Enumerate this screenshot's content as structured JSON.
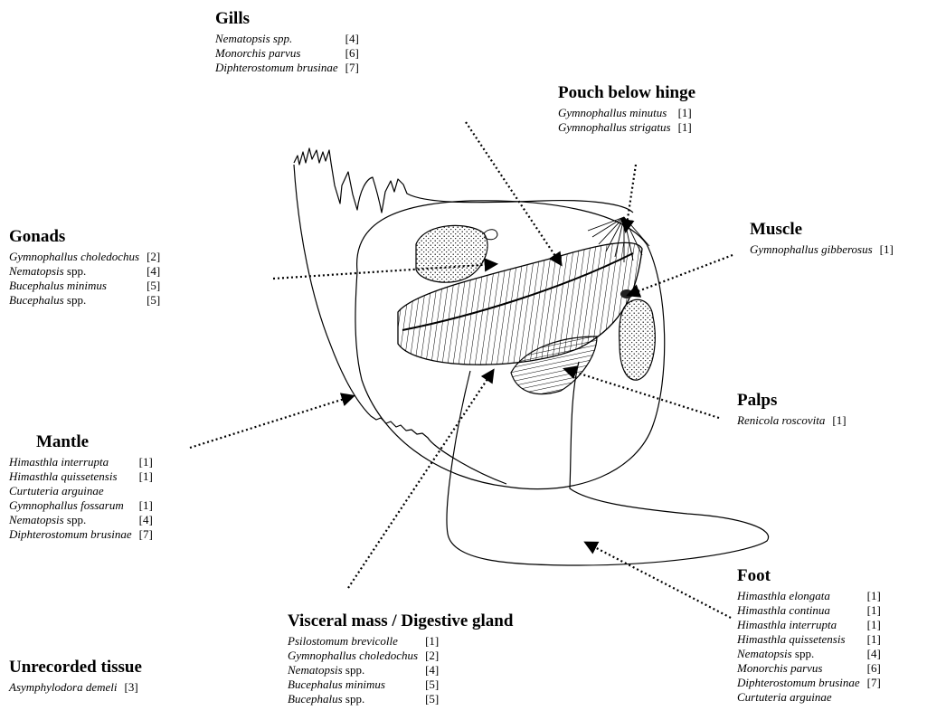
{
  "groups": [
    {
      "key": "gills",
      "title": "Gills",
      "items": [
        {
          "genus": "Nematopsis spp.",
          "suffix": "",
          "ref": "[4]"
        },
        {
          "genus": "Monorchis parvus",
          "suffix": "",
          "ref": "[6]"
        },
        {
          "genus": "Diphterostomum brusinae",
          "suffix": "",
          "ref": "[7]"
        }
      ]
    },
    {
      "key": "pouch",
      "title": "Pouch below hinge",
      "items": [
        {
          "genus": "Gymnophallus minutus",
          "suffix": "",
          "ref": "[1]"
        },
        {
          "genus": "Gymnophallus strigatus",
          "suffix": "",
          "ref": "[1]"
        }
      ]
    },
    {
      "key": "gonads",
      "title": "Gonads",
      "items": [
        {
          "genus": "Gymnophallus choledochus",
          "suffix": "",
          "ref": "[2]"
        },
        {
          "genus": "Nematopsis",
          "suffix": " spp.",
          "ref": "[4]"
        },
        {
          "genus": "Bucephalus minimus",
          "suffix": "",
          "ref": "[5]"
        },
        {
          "genus": "Bucephalus",
          "suffix": " spp.",
          "ref": "[5]"
        }
      ]
    },
    {
      "key": "muscle",
      "title": "Muscle",
      "items": [
        {
          "genus": "Gymnophallus gibberosus",
          "suffix": "",
          "ref": "[1]"
        }
      ]
    },
    {
      "key": "palps",
      "title": "Palps",
      "items": [
        {
          "genus": "Renicola roscovita",
          "suffix": "",
          "ref": "[1]"
        }
      ]
    },
    {
      "key": "mantle",
      "title": "Mantle",
      "items": [
        {
          "genus": "Himasthla interrupta",
          "suffix": "",
          "ref": "[1]"
        },
        {
          "genus": "Himasthla quissetensis",
          "suffix": "",
          "ref": "[1]"
        },
        {
          "genus": "Curtuteria arguinae",
          "suffix": "",
          "ref": ""
        },
        {
          "genus": "Gymnophallus fossarum",
          "suffix": "",
          "ref": "[1]"
        },
        {
          "genus": "Nematopsis",
          "suffix": " spp.",
          "ref": "[4]"
        },
        {
          "genus": "Diphterostomum brusinae",
          "suffix": "",
          "ref": "[7]"
        }
      ]
    },
    {
      "key": "foot",
      "title": "Foot",
      "items": [
        {
          "genus": "Himasthla elongata",
          "suffix": "",
          "ref": "[1]"
        },
        {
          "genus": "Himasthla continua",
          "suffix": "",
          "ref": "[1]"
        },
        {
          "genus": "Himasthla interrupta",
          "suffix": "",
          "ref": "[1]"
        },
        {
          "genus": "Himasthla quissetensis",
          "suffix": "",
          "ref": "[1]"
        },
        {
          "genus": "Nematopsis",
          "suffix": " spp.",
          "ref": "[4]"
        },
        {
          "genus": "Monorchis parvus",
          "suffix": "",
          "ref": "[6]"
        },
        {
          "genus": "Diphterostomum brusinae",
          "suffix": "",
          "ref": "[7]"
        },
        {
          "genus": "Curtuteria arguinae",
          "suffix": "",
          "ref": ""
        }
      ]
    },
    {
      "key": "visceral",
      "title": "Visceral mass / Digestive gland",
      "items": [
        {
          "genus": "Psilostomum brevicolle",
          "suffix": "",
          "ref": "[1]"
        },
        {
          "genus": "Gymnophallus choledochus",
          "suffix": "",
          "ref": "[2]"
        },
        {
          "genus": "Nematopsis",
          "suffix": " spp.",
          "ref": "[4]"
        },
        {
          "genus": "Bucephalus minimus",
          "suffix": "",
          "ref": "[5]"
        },
        {
          "genus": "Bucephalus",
          "suffix": " spp.",
          "ref": "[5]"
        }
      ]
    },
    {
      "key": "unrecorded",
      "title": "Unrecorded tissue",
      "items": [
        {
          "genus": "Asymphylodora demeli",
          "suffix": "",
          "ref": "[3]"
        }
      ]
    }
  ]
}
